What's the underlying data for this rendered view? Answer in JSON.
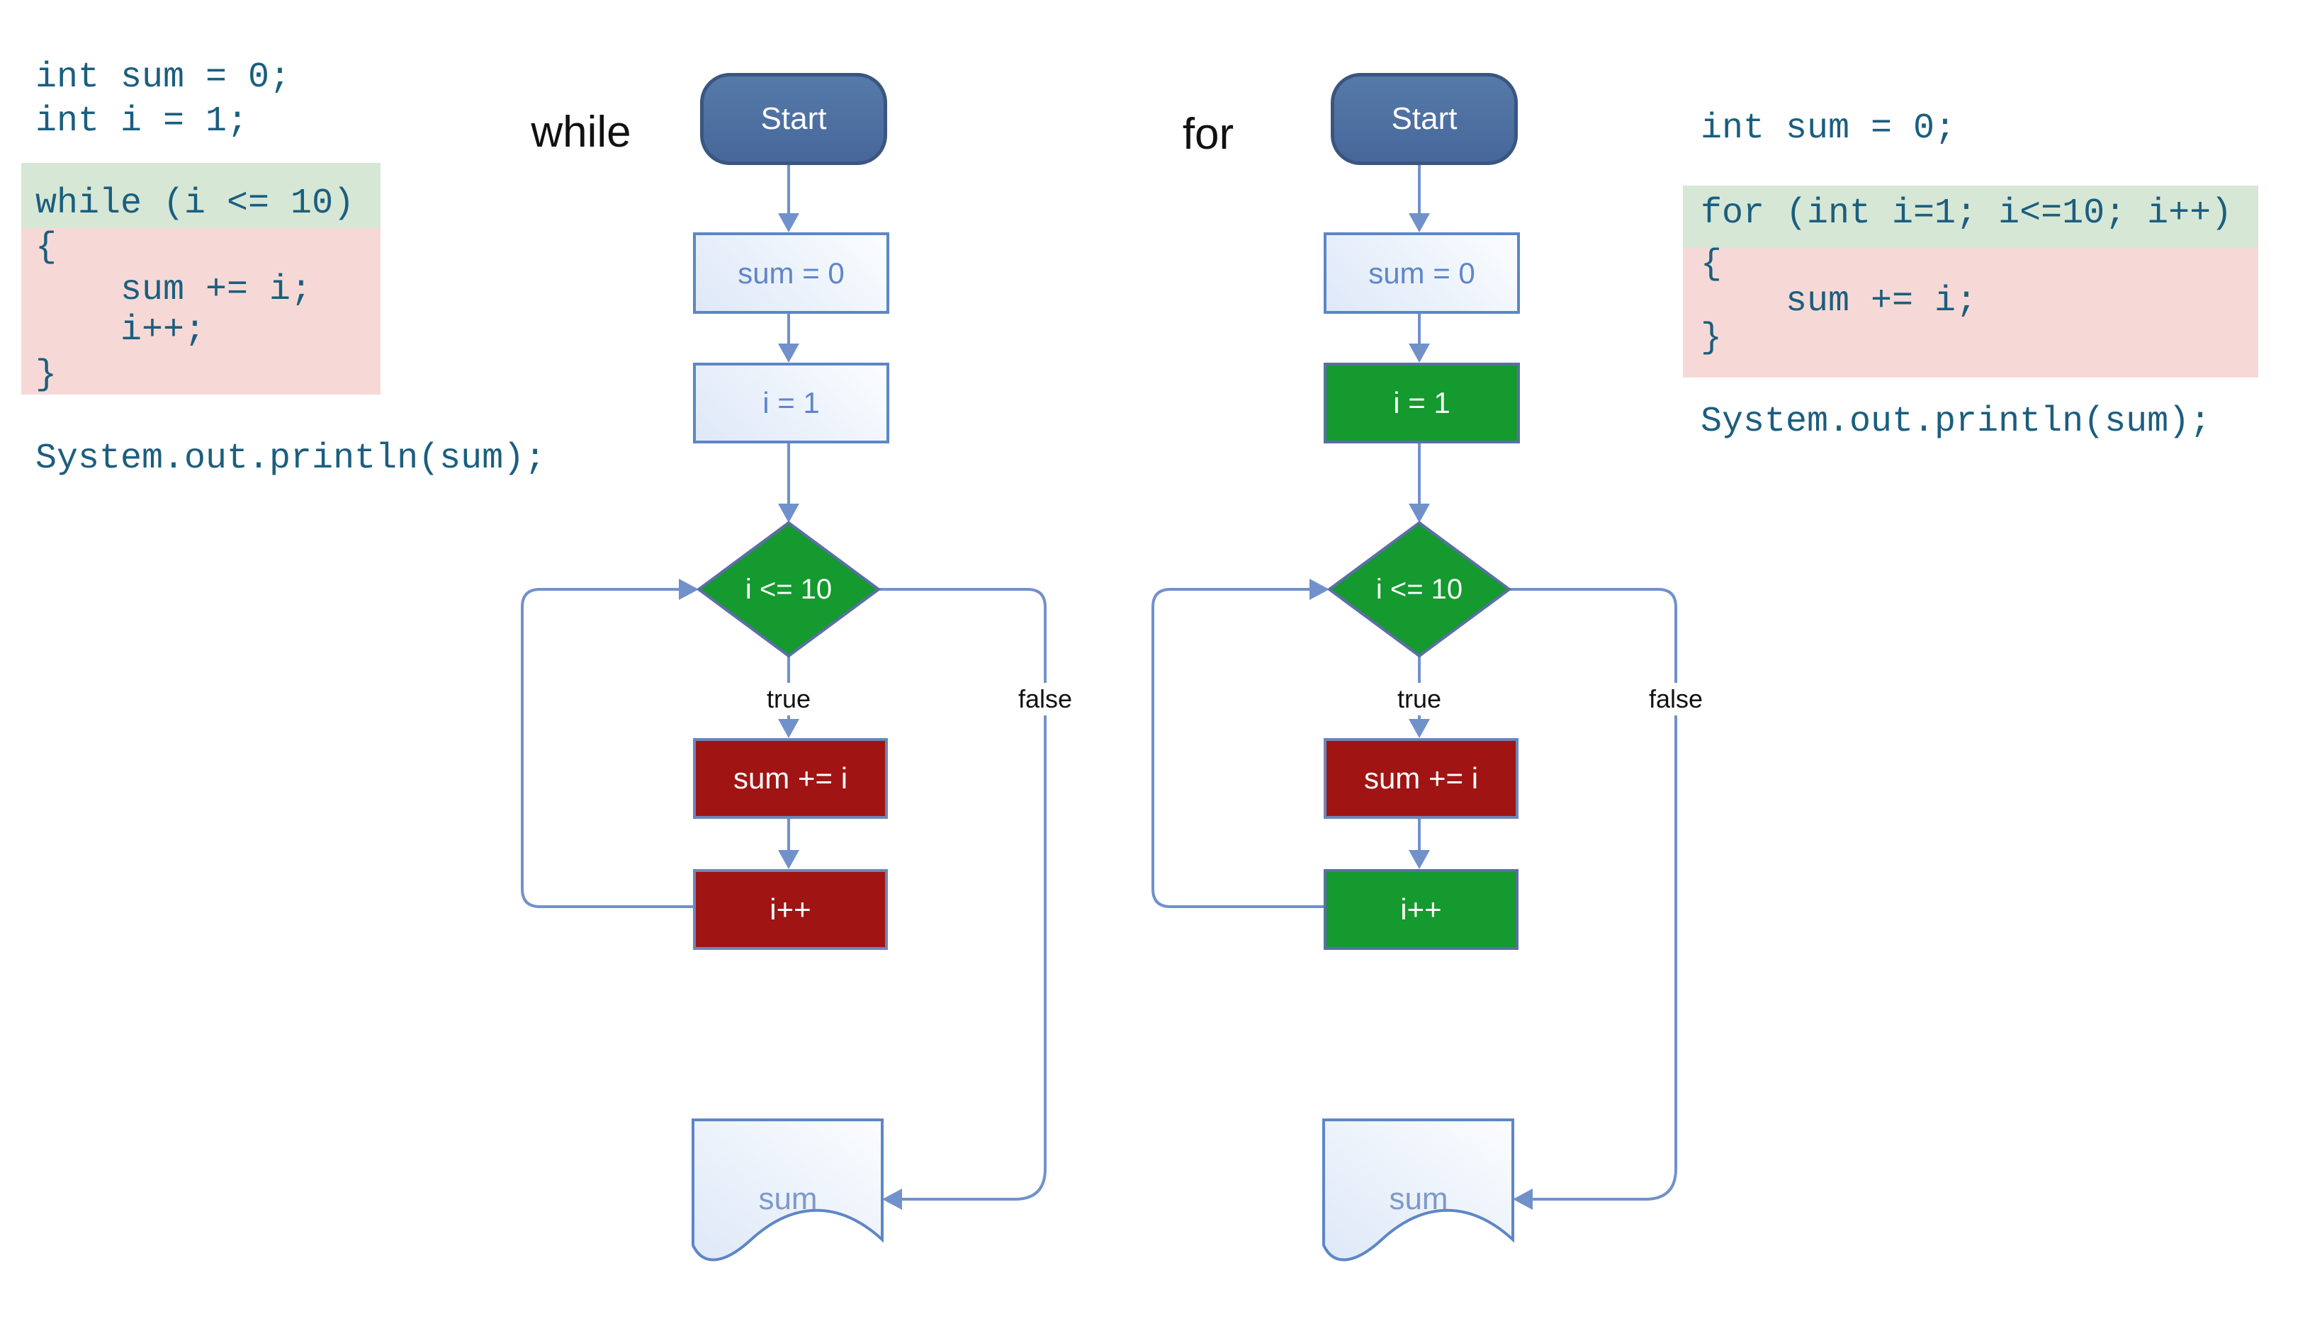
{
  "titles": {
    "left": "while",
    "right": "for"
  },
  "code_left": {
    "pre": [
      "int sum = 0;",
      "int i = 1;"
    ],
    "highlight": [
      "while (i <= 10)",
      "{",
      "    sum += i;",
      "    i++;",
      "}"
    ],
    "post": "System.out.println(sum);"
  },
  "code_right": {
    "pre": [
      "int sum = 0;"
    ],
    "highlight": [
      "for (int i=1; i<=10; i++)",
      "{",
      "    sum += i;",
      "}"
    ],
    "post": "System.out.println(sum);"
  },
  "nodes": {
    "start": "Start",
    "sum0": "sum = 0",
    "i1": "i = 1",
    "cond": "i <= 10",
    "sum_add": "sum += i",
    "inc": "i++",
    "out": "sum"
  },
  "edge_labels": {
    "true": "true",
    "false": "false"
  },
  "colors": {
    "line": "#7191CB",
    "green": "#149A2E",
    "green_border": "#5B6EA5",
    "red": "#A11414",
    "red_border": "#6C86B8",
    "start_border": "#3A567F",
    "light_border": "#5E86C6",
    "light_text": "#5F86C8",
    "doc_text": "#7E99C9",
    "code_text": "#1B5E7F",
    "hl_green": "#D6E7D5",
    "hl_pink": "#F6D9D6",
    "label": "#111111"
  }
}
